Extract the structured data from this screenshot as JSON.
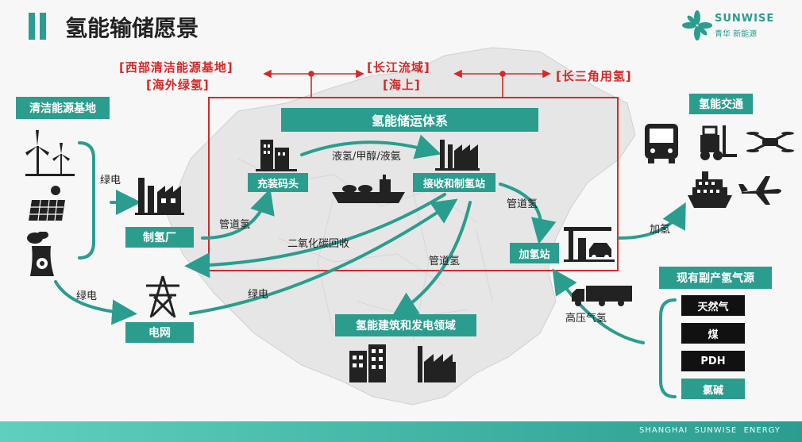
{
  "header": {
    "title": "氢能输储愿景"
  },
  "logo": {
    "brand": "SUNWISE",
    "subtitle": "青华 新能源"
  },
  "regions": {
    "west_line1": "[西部清洁能源基地]",
    "west_line2": "[海外绿氢]",
    "yangtze_line1": "[长江流域]",
    "yangtze_line2": "[海上]",
    "delta": "[长三角用氢]"
  },
  "labels": {
    "clean_base": "清洁能源基地",
    "h2_system": "氢能储运体系",
    "h2_transport": "氢能交通",
    "filling_terminal": "充装码头",
    "receiving_station": "接收和制氢站",
    "h2_plant": "制氢厂",
    "refuel_station": "加氢站",
    "grid": "电网",
    "building_power": "氢能建筑和发电领域",
    "byproduct_sources": "现有副产氢气源"
  },
  "flows": {
    "green1": "绿电",
    "green2": "绿电",
    "green3": "绿电",
    "liquid": "液氢/甲醇/液氨",
    "pipe1": "管道氢",
    "pipe2": "管道氢",
    "pipe3": "管道氢",
    "co2": "二氧化碳回收",
    "refuel": "加氢",
    "hp_gas": "高压气氢"
  },
  "sources": [
    "天然气",
    "煤",
    "PDH",
    "氯碱"
  ],
  "footer": {
    "text": "SHANGHAI  SUNWISE  ENERGY"
  },
  "colors": {
    "accent": "#2a9d8f",
    "red": "#d62828",
    "footer": "#3fb8a8"
  }
}
